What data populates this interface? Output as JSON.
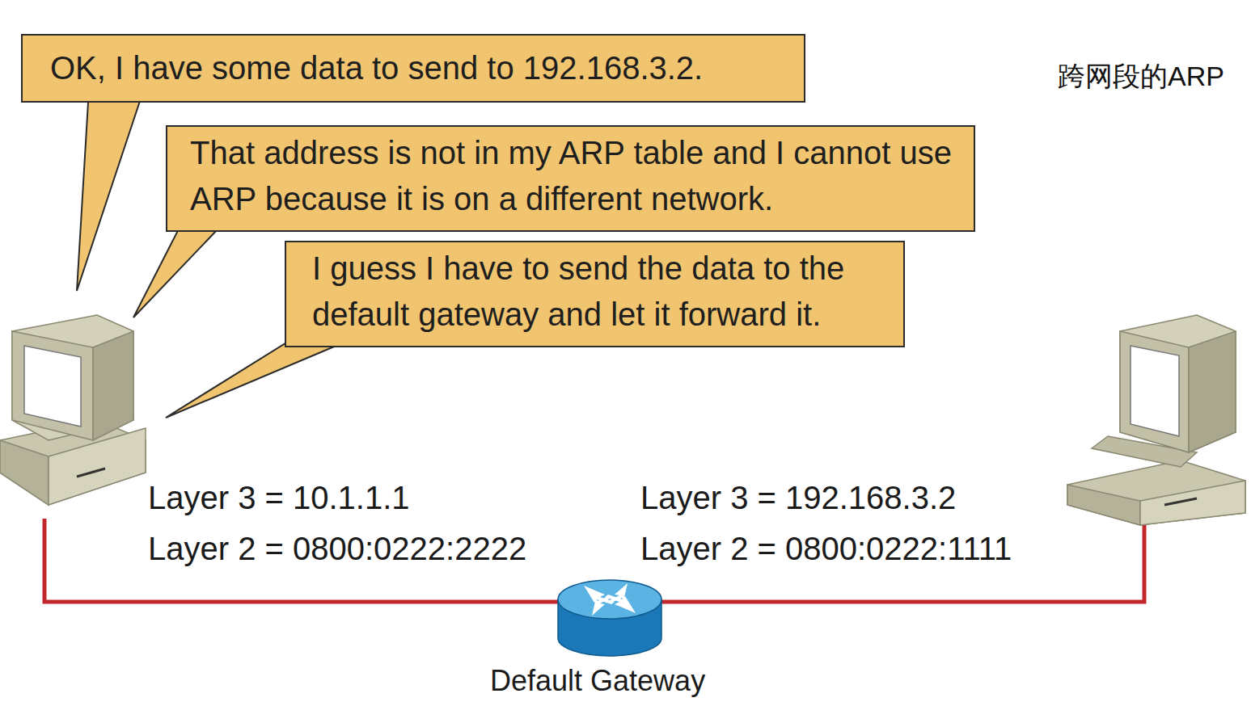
{
  "diagram": {
    "title": "跨网段的ARP",
    "nodes": [
      {
        "text": [
          "OK, I have some data to send to 192.168.3.2."
        ]
      },
      {
        "text": [
          "That address is not in my ARP table and I cannot use ARP because it is on a different network."
        ]
      },
      {
        "text": [
          "I guess I have to send the data to the default gateway and let it forward it."
        ]
      }
    ],
    "labels": [
      "Layer 3 = 10.1.1.1",
      "Layer 2 = 0800:0222:2222",
      "Layer 3 = 192.168.3.2",
      "Layer 2 = 0800:0222:1111",
      "Default Gateway"
    ]
  }
}
